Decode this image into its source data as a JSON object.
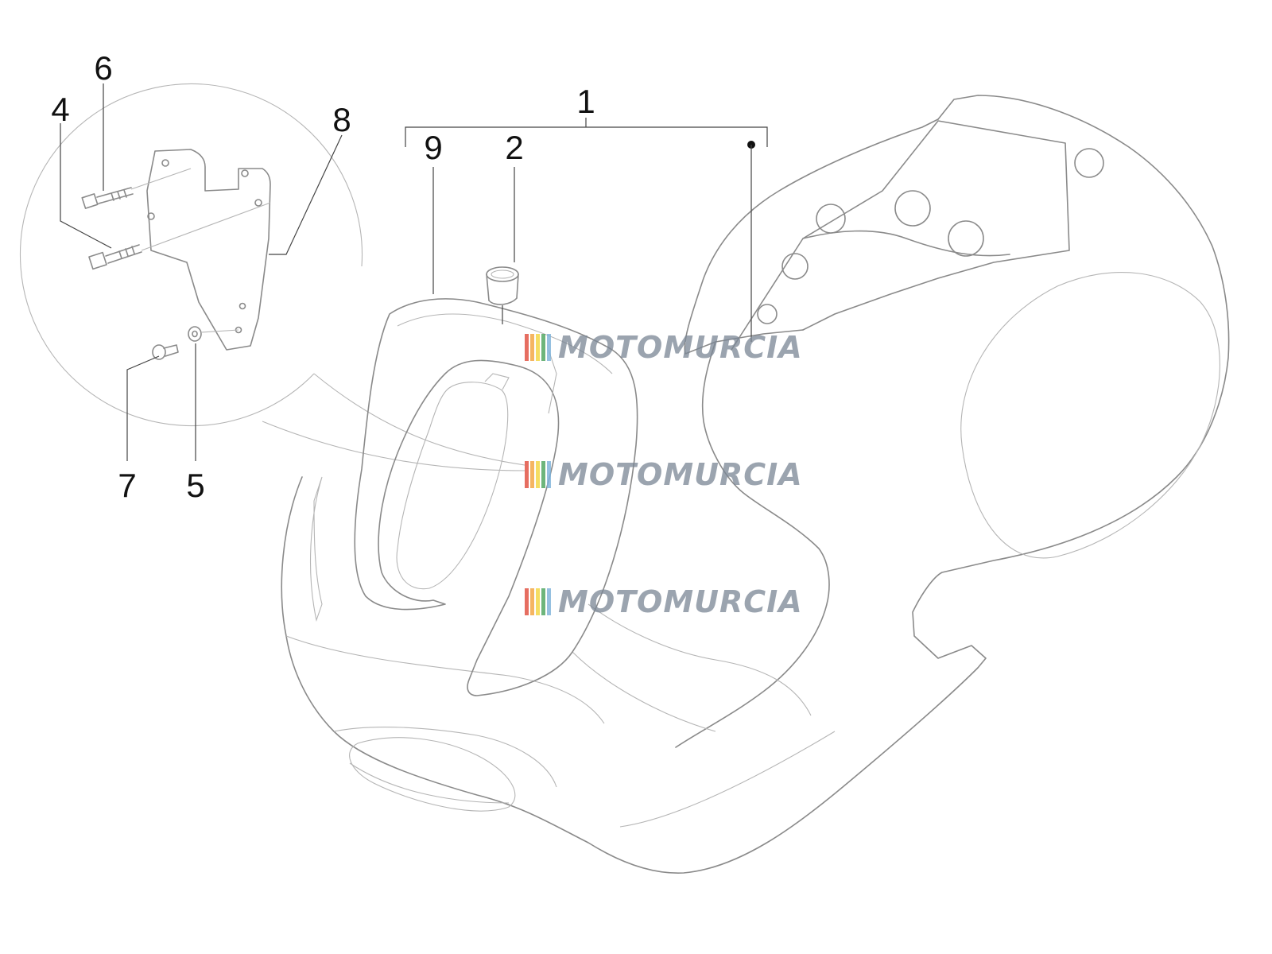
{
  "callouts": {
    "c1": "1",
    "c2": "2",
    "c4": "4",
    "c5": "5",
    "c6": "6",
    "c7": "7",
    "c8": "8",
    "c9": "9"
  },
  "watermark": {
    "text": "MOTOMURCIA",
    "colors": [
      "#e04a3a",
      "#f2a33a",
      "#f2d43a",
      "#49a35a",
      "#7ab0d8"
    ]
  },
  "colors": {
    "line": "#8a8a8a",
    "text": "#111111",
    "watermark": "#7a8694"
  }
}
